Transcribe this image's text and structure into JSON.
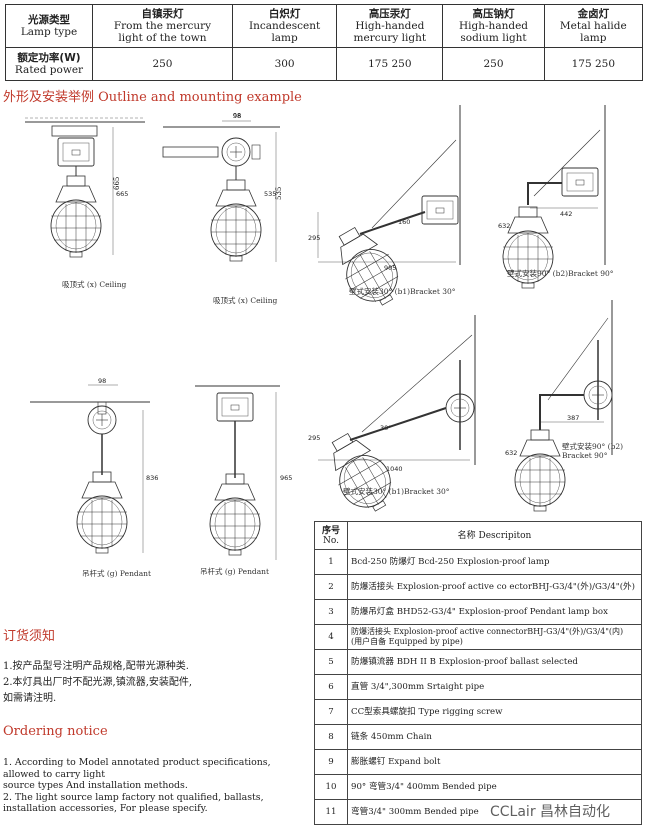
{
  "spec_table": {
    "row1_label": [
      "光源类型",
      "Lamp type"
    ],
    "lamps": [
      [
        "自镇汞灯",
        "From the mercury",
        "light of the town"
      ],
      [
        "白炽灯",
        "Incandescent",
        "lamp"
      ],
      [
        "高压汞灯",
        "High-handed",
        "mercury light"
      ],
      [
        "高压钠灯",
        "High-handed",
        "sodium light"
      ],
      [
        "金卤灯",
        "Metal halide",
        "lamp"
      ]
    ],
    "row2_label": [
      "额定功率(W)",
      "Rated power"
    ],
    "powers": [
      "250",
      "300",
      "175   250",
      "250",
      "175   250"
    ]
  },
  "outline_title": "外形及安装举例 Outline and mounting example",
  "figures": {
    "cap1": "吸顶式 (x) Ceiling",
    "cap2": "吸顶式 (x) Ceiling",
    "cap3": "壁式安装30° (b1)Bracket 30°",
    "cap4": "壁式安装90° (b2)Bracket 90°",
    "cap5": "吊杆式 (g) Pendant",
    "cap6": "吊杆式 (g) Pendant",
    "cap7": "壁式安装30° (b1)Bracket 30°",
    "cap8a": "壁式安装90° (b2)",
    "cap8b": "Bracket 90°",
    "dims": {
      "d665": "665",
      "d98a": "98",
      "d535": "535",
      "d905": "905",
      "d295a": "295",
      "d632a": "632",
      "d442": "442",
      "d98b": "98",
      "d836": "836",
      "d965": "965",
      "d1040": "1040",
      "d295b": "295",
      "d387": "387",
      "d632b": "632",
      "d160": "160",
      "d30": "30°"
    }
  },
  "desc_table": {
    "header_no": [
      "序号",
      "No."
    ],
    "header_desc": "名称 Descripiton",
    "rows": [
      {
        "no": "1",
        "text": "Bcd-250    防爆灯  Bcd-250 Explosion-proof lamp"
      },
      {
        "no": "2",
        "text": "防爆活接头 Explosion-proof active co    ectorBHJ-G3/4\"(外)/G3/4\"(外)"
      },
      {
        "no": "3",
        "text": "防爆吊灯盒 BHD52-G3/4\" Explosion-proof Pendant lamp box"
      },
      {
        "no": "4",
        "text": "防爆活接头 Explosion-proof active connectorBHJ-G3/4\"(外)/G3/4\"(内)",
        "text2": "(用户自备 Equipped by pipe)"
      },
      {
        "no": "5",
        "text": "防爆镇流器      BDH II B Explosion-proof ballast selected"
      },
      {
        "no": "6",
        "text": "直管 3/4\",300mm Srtaight pipe"
      },
      {
        "no": "7",
        "text": "CC型索具螺旋扣 Type rigging screw"
      },
      {
        "no": "8",
        "text": "链条 450mm Chain"
      },
      {
        "no": "9",
        "text": "膨胀螺钉 Expand bolt"
      },
      {
        "no": "10",
        "text": "90°  弯管3/4\" 400mm Bended pipe"
      },
      {
        "no": "11",
        "text": "弯管3/4\" 300mm Bended pipe"
      }
    ]
  },
  "ordering_cn": {
    "title": "订货须知",
    "l1": "1.按产品型号注明产品规格,配带光源种类.",
    "l2": "2.本灯具出厂时不配光源,镇流器,安装配件,",
    "l3": "如需请注明."
  },
  "ordering_en": {
    "title": "Ordering notice",
    "l1": "1. According to Model annotated product specifications,",
    "l2": "   allowed to carry light",
    "l3": "   source types And installation methods.",
    "l4": "2. The light source lamp factory not qualified, ballasts,",
    "l5": "   installation accessories,     For please specify."
  },
  "watermark": "CCLair 昌林自动化"
}
